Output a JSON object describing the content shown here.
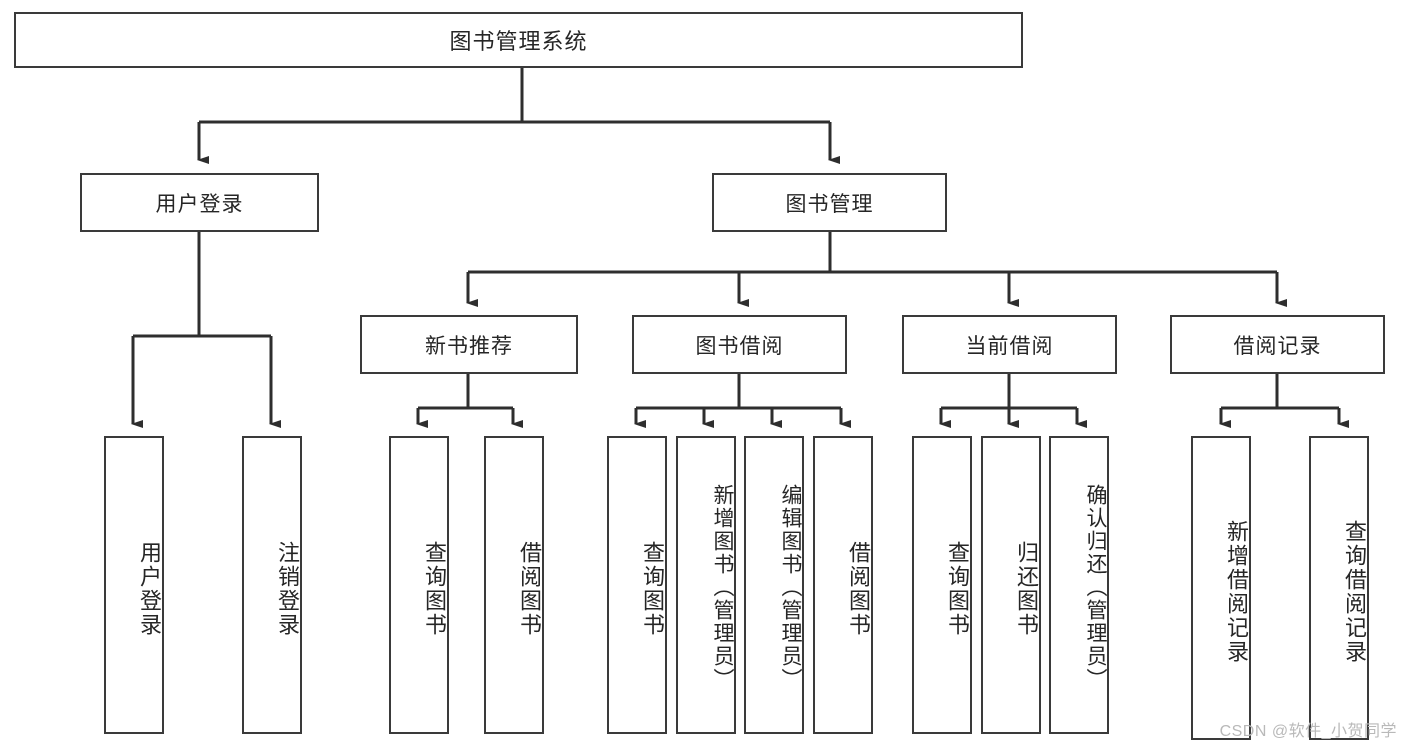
{
  "diagram": {
    "title": "图书管理系统",
    "type": "tree-hierarchy-chart",
    "root": {
      "label": "图书管理系统"
    },
    "level2": [
      {
        "label": "用户登录"
      },
      {
        "label": "图书管理"
      }
    ],
    "level3": [
      {
        "label": "新书推荐"
      },
      {
        "label": "图书借阅"
      },
      {
        "label": "当前借阅"
      },
      {
        "label": "借阅记录"
      }
    ],
    "leaves": [
      {
        "label": "用户登录",
        "parent": "用户登录"
      },
      {
        "label": "注销登录",
        "parent": "用户登录"
      },
      {
        "label": "查询图书",
        "parent": "新书推荐"
      },
      {
        "label": "借阅图书",
        "parent": "新书推荐"
      },
      {
        "label": "查询图书",
        "parent": "图书借阅"
      },
      {
        "label": "新增图书（管理员）",
        "parent": "图书借阅"
      },
      {
        "label": "编辑图书（管理员）",
        "parent": "图书借阅"
      },
      {
        "label": "借阅图书",
        "parent": "图书借阅"
      },
      {
        "label": "查询图书",
        "parent": "当前借阅"
      },
      {
        "label": "归还图书",
        "parent": "当前借阅"
      },
      {
        "label": "确认归还（管理员）",
        "parent": "当前借阅"
      },
      {
        "label": "新增借阅记录",
        "parent": "借阅记录"
      },
      {
        "label": "查询借阅记录",
        "parent": "借阅记录"
      }
    ]
  },
  "watermark": {
    "text": "CSDN @软件_小贺同学"
  },
  "colors": {
    "stroke": "#3a3a3a",
    "text": "#262626",
    "background": "#ffffff",
    "watermark": "#b9b9b9"
  }
}
